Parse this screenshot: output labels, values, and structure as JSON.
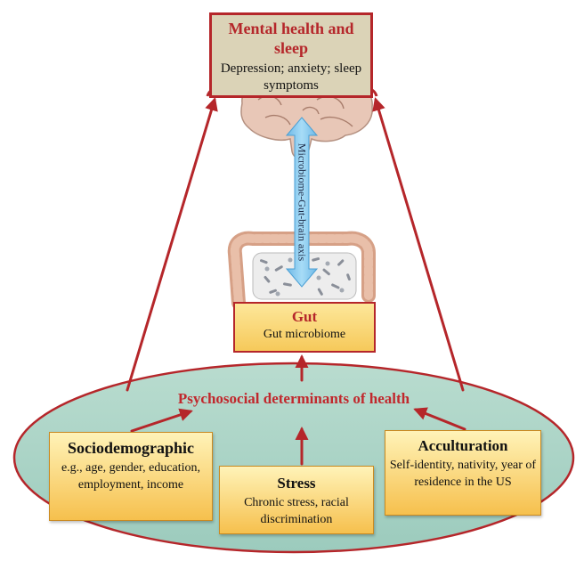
{
  "mental_health": {
    "title": "Mental health and sleep",
    "description": "Depression; anxiety; sleep symptoms"
  },
  "axis": {
    "label": "Microbiome-Gut-brain axis"
  },
  "gut": {
    "title": "Gut",
    "description": "Gut microbiome"
  },
  "psychosocial": {
    "title": "Psychosocial determinants of health"
  },
  "sociodemographic": {
    "title": "Sociodemographic",
    "description": "e.g., age, gender, education, employment, income"
  },
  "stress": {
    "title": "Stress",
    "description": "Chronic stress, racial discrimination"
  },
  "acculturation": {
    "title": "Acculturation",
    "description": "Self-identity, nativity, year of residence in the US"
  },
  "colors": {
    "arrow_red": "#b5262a",
    "ellipse_fill": "#a9d4c6",
    "axis_blue": "#84c9ee"
  },
  "icons": [
    "brain-illustration",
    "intestine-illustration"
  ]
}
